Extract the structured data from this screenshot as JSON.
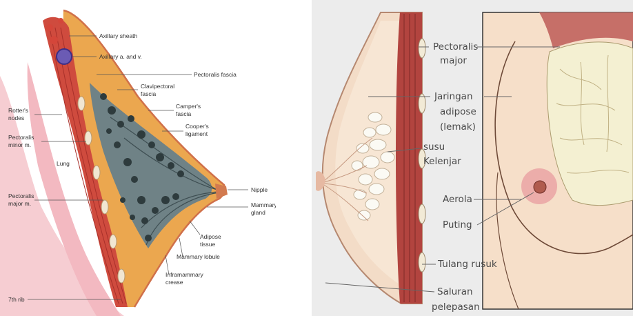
{
  "left_figure": {
    "labels": {
      "axillary_sheath": "Axillary sheath",
      "axillary_av": "Axillary a. and v.",
      "pectoralis_fascia": "Pectoralis fascia",
      "clavipectoral_l1": "Clavipectoral",
      "clavipectoral_l2": "fascia",
      "rotter_l1": "Rotter's",
      "rotter_l2": "nodes",
      "pect_minor_l1": "Pectoralis",
      "pect_minor_l2": "minor m.",
      "camper_l1": "Camper's",
      "camper_l2": "fascia",
      "cooper_l1": "Cooper's",
      "cooper_l2": "ligament",
      "lung": "Lung",
      "nipple": "Nipple",
      "pect_major_l1": "Pectoralis",
      "pect_major_l2": "major m.",
      "mammary_gland_l1": "Mammary",
      "mammary_gland_l2": "gland",
      "adipose_l1": "Adipose",
      "adipose_l2": "tissue",
      "mammary_lobule": "Mammary lobule",
      "inframammary_l1": "Inframammary",
      "inframammary_l2": "crease",
      "seventh_rib": "7th rib"
    }
  },
  "right_figure": {
    "labels": {
      "pectoralis_l1": "Pectoralis",
      "pectoralis_l2": "major",
      "jaringan_l1": "Jaringan",
      "jaringan_l2": "adipose",
      "jaringan_l3": "(lemak)",
      "susu_l1": "susu",
      "susu_l2": "Kelenjar",
      "aerola": "Aerola",
      "puting": "Puting",
      "tulang": "Tulang rusuk",
      "saluran_l1": "Saluran",
      "saluran_l2": "pelepasan"
    }
  },
  "colors": {
    "skin_pink": "#f2b8c0",
    "adipose_orange": "#e9a84a",
    "muscle_red": "#c8443a",
    "gland_gray": "#5b6a6f",
    "right_skin": "#f4dcc4",
    "right_muscle": "#b0443f",
    "right_gland": "#f3efd0"
  }
}
